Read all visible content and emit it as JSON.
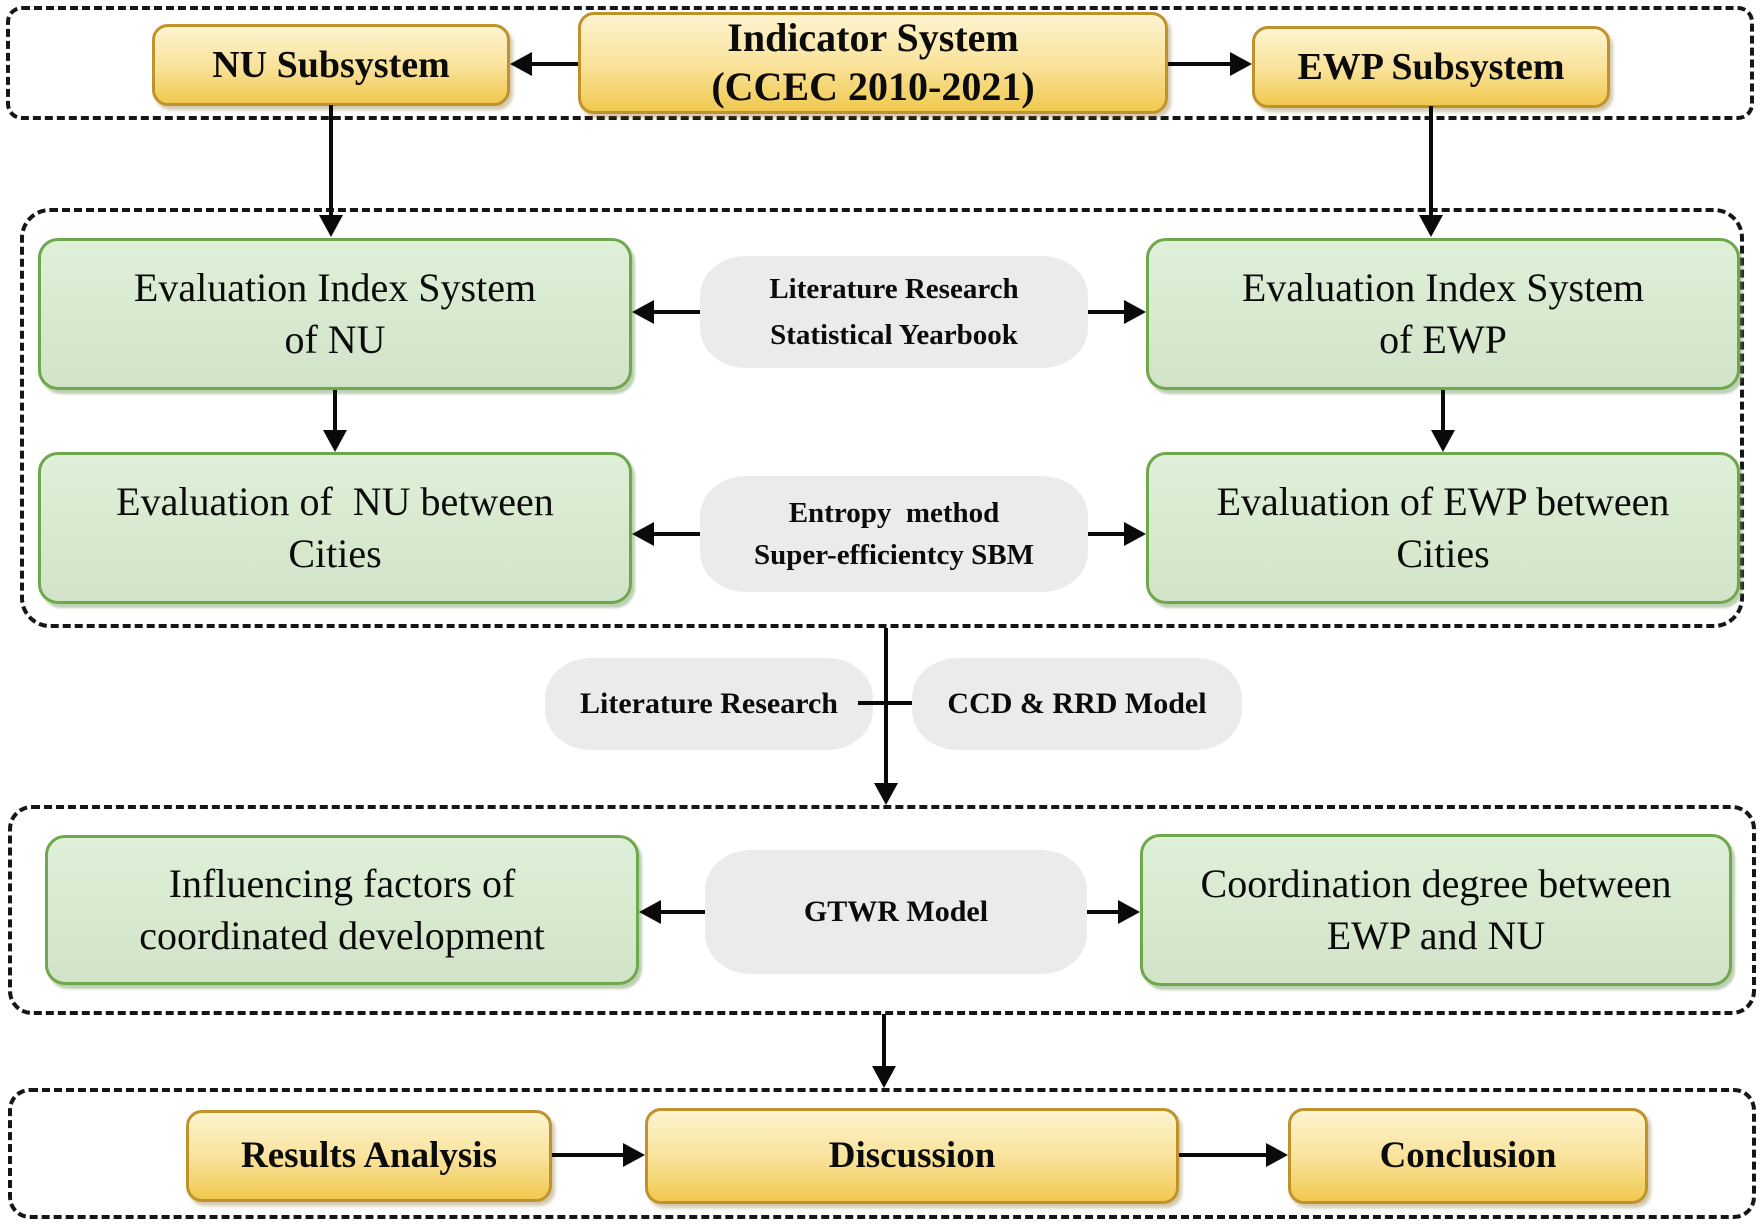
{
  "colors": {
    "gold_fill_top": "#fdf4d0",
    "gold_fill_mid": "#f9e29a",
    "gold_fill_bottom": "#f1c94f",
    "gold_border": "#bf922b",
    "green_fill_top": "#def0d8",
    "green_fill_bottom": "#d1e4c8",
    "green_border": "#6fa74c",
    "blob_fill": "#ebebeb",
    "arrow": "#0a0a0a",
    "dash_border": "#161616"
  },
  "nodes": {
    "nu_subsystem": {
      "label": "NU Subsystem"
    },
    "indicator_system": {
      "line1": "Indicator System",
      "line2": "(CCEC 2010-2021)"
    },
    "ewp_subsystem": {
      "label": "EWP Subsystem"
    },
    "evaluation_index_nu": {
      "line1": "Evaluation Index System",
      "line2": "of NU"
    },
    "literature_yearbook": {
      "line1": "Literature Research",
      "line2": "Statistical Yearbook"
    },
    "evaluation_index_ewp": {
      "line1": "Evaluation Index System",
      "line2": "of EWP"
    },
    "evaluation_nu_cities": {
      "line1": "Evaluation of  NU between",
      "line2": "Cities"
    },
    "entropy_sbm": {
      "line1": "Entropy  method",
      "line2": "Super-efficientcy SBM"
    },
    "evaluation_ewp_cities": {
      "line1": "Evaluation of EWP between",
      "line2": "Cities"
    },
    "literature_research": {
      "label": "Literature Research"
    },
    "ccd_rrd_model": {
      "label": "CCD & RRD Model"
    },
    "influencing_factors": {
      "line1": "Influencing factors of",
      "line2": "coordinated development"
    },
    "gtwr_model": {
      "label": "GTWR Model"
    },
    "coordination_degree": {
      "line1": "Coordination degree between",
      "line2": "EWP and NU"
    },
    "results_analysis": {
      "label": "Results Analysis"
    },
    "discussion": {
      "label": "Discussion"
    },
    "conclusion": {
      "label": "Conclusion"
    }
  }
}
